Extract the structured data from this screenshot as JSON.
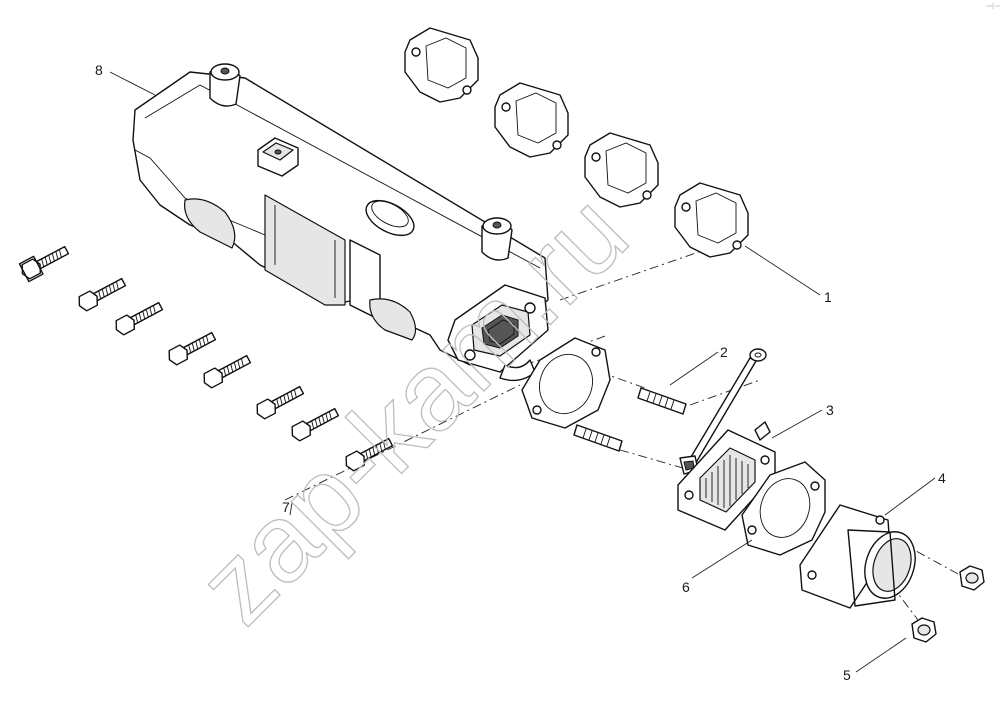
{
  "diagram": {
    "watermark": "zap-kam.ru",
    "callouts": [
      {
        "id": "1",
        "text": "1"
      },
      {
        "id": "2",
        "text": "2"
      },
      {
        "id": "3",
        "text": "3"
      },
      {
        "id": "4",
        "text": "4"
      },
      {
        "id": "5",
        "text": "5"
      },
      {
        "id": "6",
        "text": "6"
      },
      {
        "id": "7",
        "text": "7"
      },
      {
        "id": "8",
        "text": "8"
      }
    ]
  }
}
